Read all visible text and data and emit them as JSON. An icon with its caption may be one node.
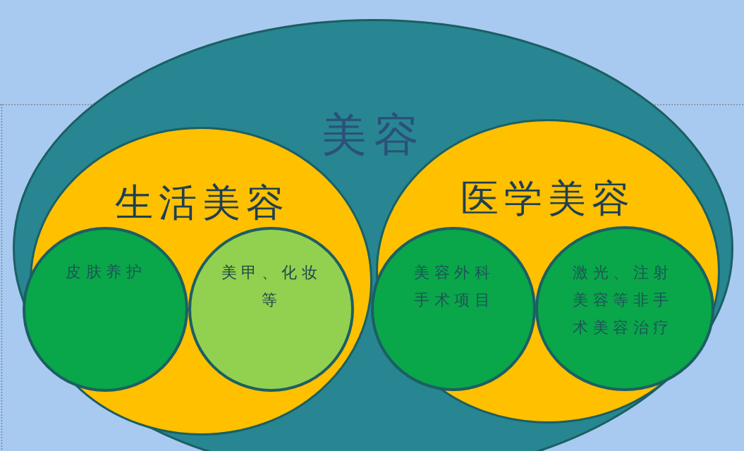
{
  "diagram": {
    "nodes": [
      {
        "text": [
          "美容"
        ]
      },
      {
        "text": [
          "生活美容"
        ],
        "in": 0
      },
      {
        "text": [
          "皮肤养护"
        ],
        "in": 1
      },
      {
        "text": [
          "美甲、化妆等"
        ],
        "in": 1
      },
      {
        "text": [
          "医学美容"
        ],
        "in": 0
      },
      {
        "text": [
          "美容外科手术项目"
        ],
        "in": 4
      },
      {
        "text": [
          "激光、注射美容等非手术美容治疗"
        ],
        "in": 4
      }
    ]
  }
}
